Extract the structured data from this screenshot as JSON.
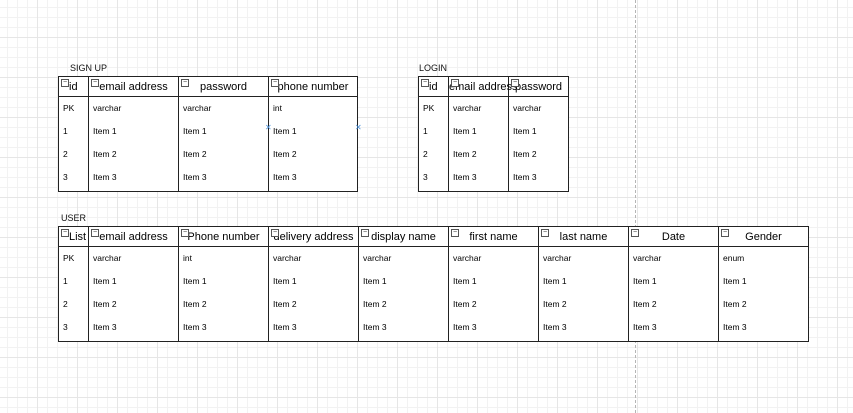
{
  "tables": {
    "signup": {
      "title": "SIGN UP",
      "columns": [
        {
          "name": "id",
          "type": "PK"
        },
        {
          "name": "email address",
          "type": "varchar"
        },
        {
          "name": "password",
          "type": "varchar"
        },
        {
          "name": "phone number",
          "type": "int"
        }
      ],
      "items": [
        "Item 1",
        "Item 2",
        "Item 3"
      ],
      "row_numbers": [
        "1",
        "2",
        "3"
      ]
    },
    "login": {
      "title": "LOGIN",
      "columns": [
        {
          "name": "id",
          "type": "PK"
        },
        {
          "name": "email address",
          "type": "varchar"
        },
        {
          "name": "password",
          "type": "varchar"
        }
      ],
      "items": [
        "Item 1",
        "Item 2",
        "Item 3"
      ],
      "row_numbers": [
        "1",
        "2",
        "3"
      ]
    },
    "user": {
      "title": "USER",
      "columns": [
        {
          "name": "List",
          "type": "PK"
        },
        {
          "name": "email address",
          "type": "varchar"
        },
        {
          "name": "Phone number",
          "type": "int"
        },
        {
          "name": "delivery address",
          "type": "varchar"
        },
        {
          "name": "display name",
          "type": "varchar"
        },
        {
          "name": "first name",
          "type": "varchar"
        },
        {
          "name": "last name",
          "type": "varchar"
        },
        {
          "name": "Date",
          "type": "varchar"
        },
        {
          "name": "Gender",
          "type": "enum"
        }
      ],
      "items": [
        "Item 1",
        "Item 2",
        "Item 3"
      ],
      "row_numbers": [
        "1",
        "2",
        "3"
      ]
    }
  },
  "icons": {
    "collapse": "minus-box-icon",
    "selection_handle": "x-handle-icon"
  },
  "colors": {
    "border": "#222222",
    "grid": "#e6e6e6",
    "handle": "#4a90d9"
  }
}
